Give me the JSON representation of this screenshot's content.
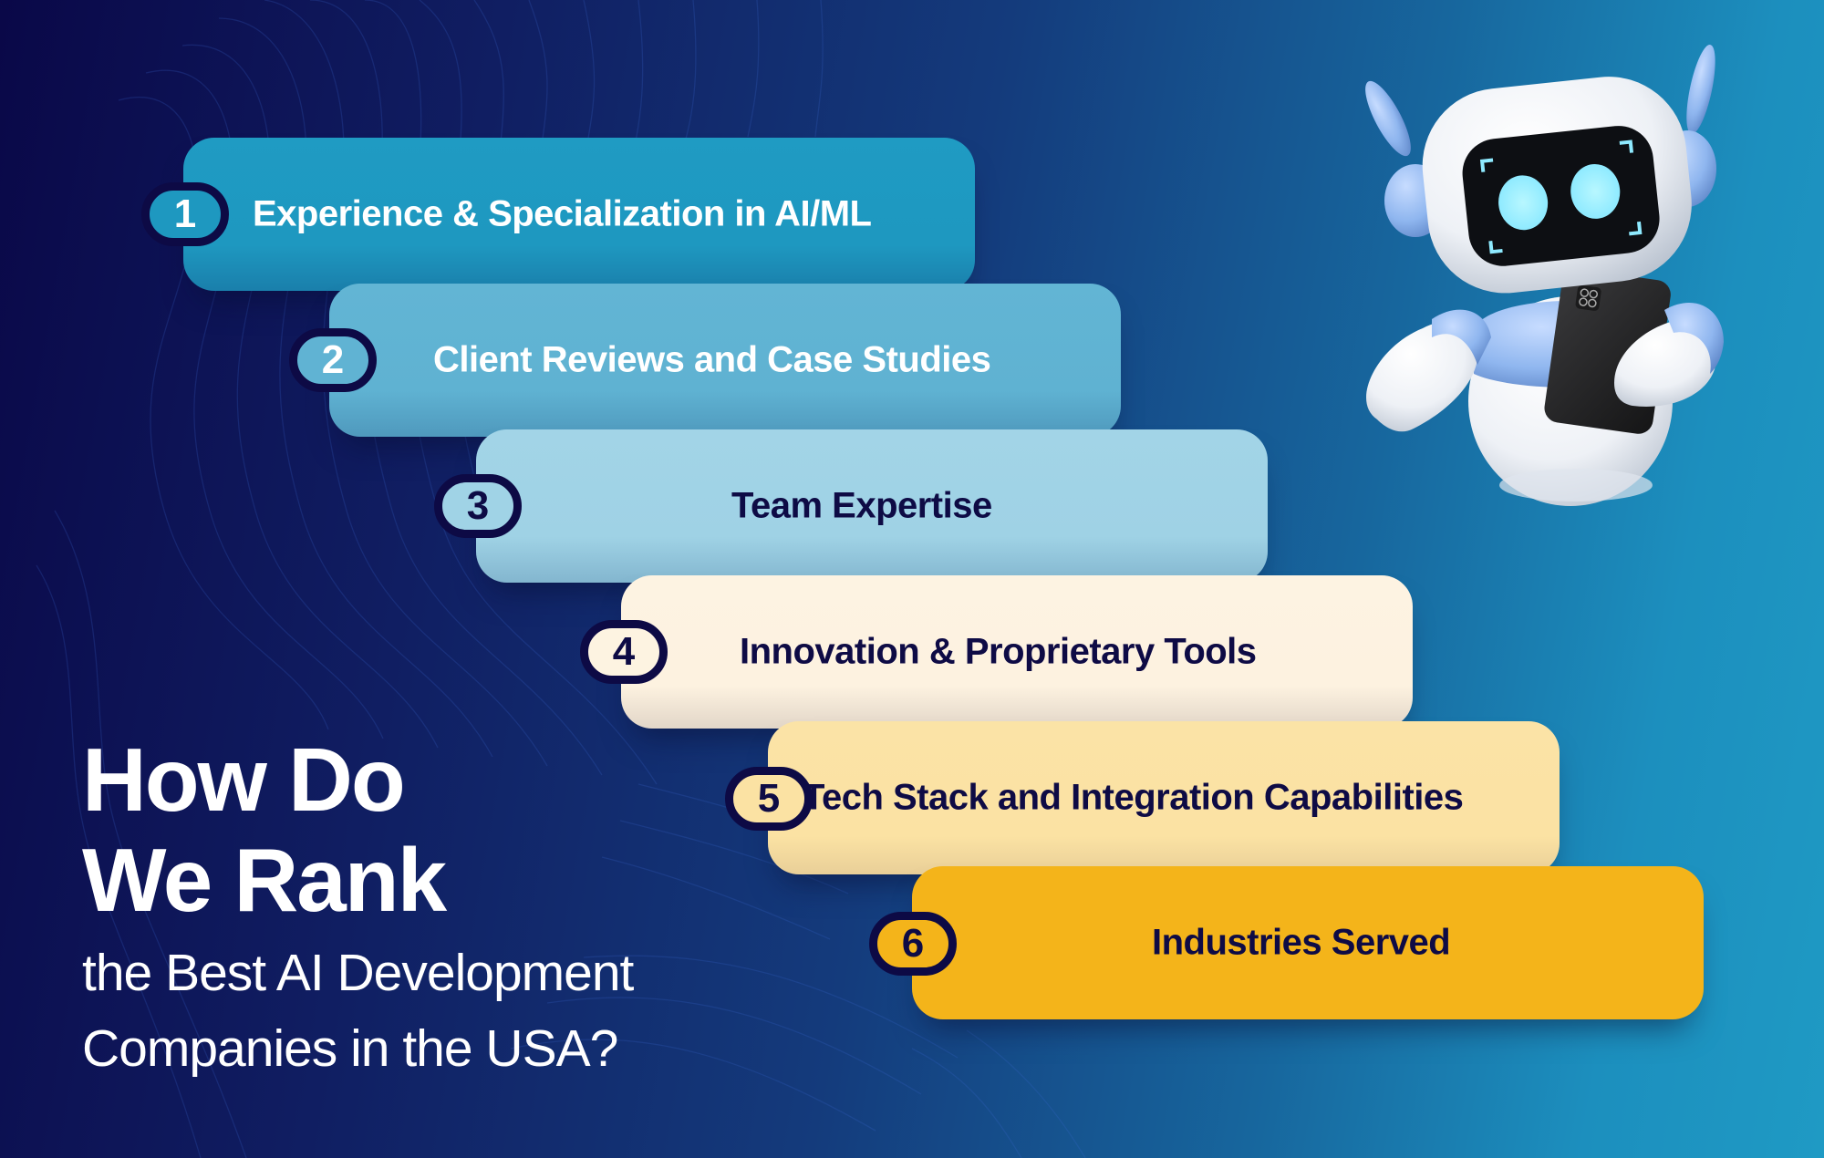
{
  "headline": {
    "line1": "How Do",
    "line2": "We Rank",
    "sub_line1": "the Best AI Development",
    "sub_line2": "Companies in the USA?"
  },
  "steps": [
    {
      "number": "1",
      "label": "Experience & Specialization in AI/ML",
      "bar_color": "#1e98c0",
      "text_color": "#ffffff"
    },
    {
      "number": "2",
      "label": "Client Reviews and Case Studies",
      "bar_color": "#60b3d3",
      "text_color": "#ffffff"
    },
    {
      "number": "3",
      "label": "Team Expertise",
      "bar_color": "#a0d3e6",
      "text_color": "#0e0b45"
    },
    {
      "number": "4",
      "label": "Innovation & Proprietary Tools",
      "bar_color": "#fdf3e1",
      "text_color": "#0e0b45"
    },
    {
      "number": "5",
      "label": "Tech Stack and Integration Capabilities",
      "bar_color": "#fbe2a3",
      "text_color": "#0e0b45"
    },
    {
      "number": "6",
      "label": "Industries Served",
      "bar_color": "#f4b41a",
      "text_color": "#0e0b45"
    }
  ],
  "colors": {
    "badge_border": "#0d0a45",
    "background_left": "#0a0848",
    "background_right": "#1f9ac4",
    "robot_eye": "#a6f3ff"
  },
  "illustration": {
    "type": "robot-holding-phone-icon"
  }
}
